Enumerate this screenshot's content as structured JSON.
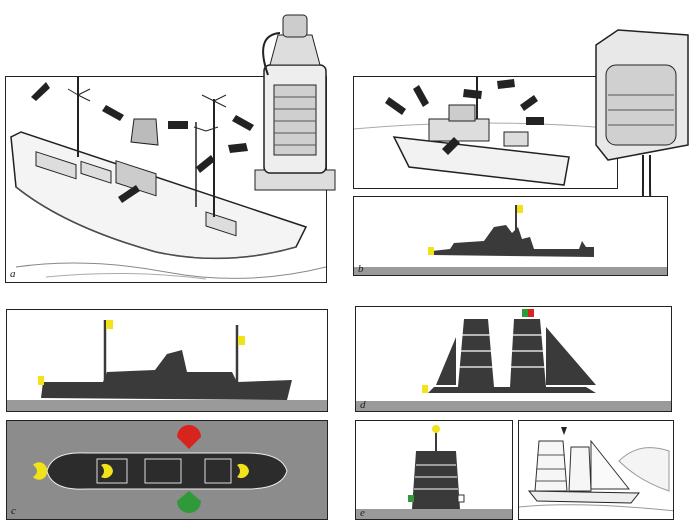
{
  "panels": {
    "a": {
      "label": "a"
    },
    "b": {
      "label": "b"
    },
    "c": {
      "label": "c"
    },
    "d": {
      "label": "d"
    },
    "e": {
      "label": "e"
    }
  },
  "colors": {
    "silhouette": "#3a3a3a",
    "ground": "#9a9a9a",
    "panel_gray": "#8c8c8c",
    "light_yellow": "#f2e21a",
    "light_red": "#d8241f",
    "light_green": "#2e9a3a",
    "ink": "#222222"
  },
  "icons": [
    "mast-light-icon",
    "side-light-icon",
    "arrow-icon",
    "lantern-icon",
    "navigation-lamp-icon"
  ]
}
